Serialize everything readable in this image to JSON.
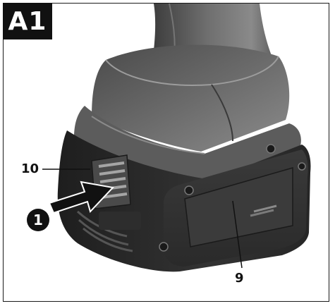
{
  "figure": {
    "tag": "A1"
  },
  "callouts": {
    "release_button": "10",
    "battery_pack": "9"
  },
  "steps": {
    "press_release": "1"
  }
}
